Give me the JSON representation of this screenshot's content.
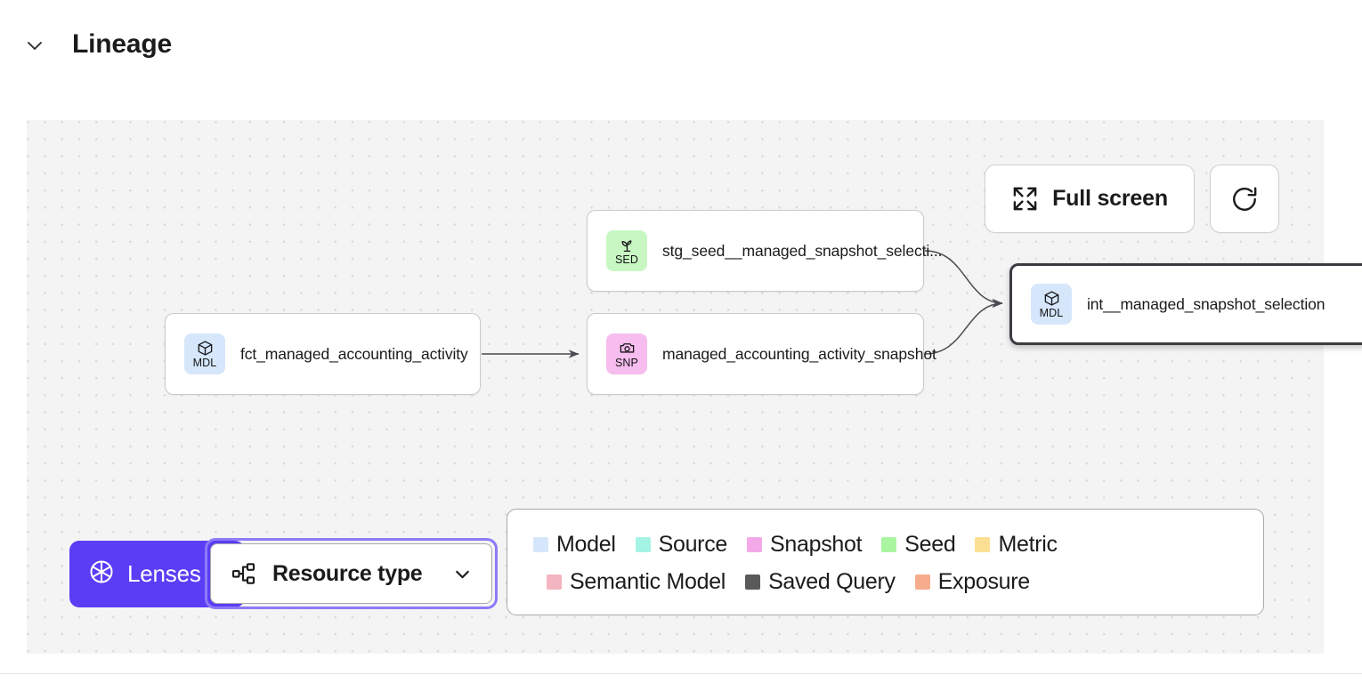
{
  "section": {
    "title": "Lineage",
    "collapse_icon": "chevron-down-icon"
  },
  "toolbar": {
    "fullscreen_label": "Full screen",
    "fullscreen_icon": "expand-arrows-icon",
    "refresh_icon": "refresh-icon"
  },
  "graph": {
    "nodes": [
      {
        "id": "fct",
        "label": "fct_managed_accounting_activity",
        "type_code": "MDL",
        "type_name": "Model",
        "icon": "cube-icon",
        "badge_bg": "#d6e7fb",
        "selected": false
      },
      {
        "id": "seed",
        "label": "stg_seed__managed_snapshot_selecti...",
        "type_code": "SED",
        "type_name": "Seed",
        "icon": "sprout-icon",
        "badge_bg": "#c8f7c3",
        "selected": false
      },
      {
        "id": "snapshot",
        "label": "managed_accounting_activity_snapshot",
        "type_code": "SNP",
        "type_name": "Snapshot",
        "icon": "camera-icon",
        "badge_bg": "#f6bdee",
        "selected": false
      },
      {
        "id": "int",
        "label": "int__managed_snapshot_selection",
        "type_code": "MDL",
        "type_name": "Model",
        "icon": "cube-icon",
        "badge_bg": "#d6e7fb",
        "selected": true
      }
    ],
    "edges": [
      {
        "from": "fct",
        "to": "snapshot"
      },
      {
        "from": "seed",
        "to": "int"
      },
      {
        "from": "snapshot",
        "to": "int"
      }
    ]
  },
  "legend": {
    "row1": [
      {
        "label": "Model",
        "color": "#d6e7fb"
      },
      {
        "label": "Source",
        "color": "#a5f3e4"
      },
      {
        "label": "Snapshot",
        "color": "#f3a8e8"
      },
      {
        "label": "Seed",
        "color": "#a9f5a0"
      },
      {
        "label": "Metric",
        "color": "#fbdf92"
      }
    ],
    "row2": [
      {
        "label": "Semantic Model",
        "color": "#f3b5c0"
      },
      {
        "label": "Saved Query",
        "color": "#5a5a5a"
      },
      {
        "label": "Exposure",
        "color": "#f7ac8d"
      }
    ]
  },
  "controls": {
    "lenses_label": "Lenses",
    "lenses_icon": "aperture-icon",
    "lenses_color": "#5b3df5",
    "resource_type_label": "Resource type",
    "resource_type_icon": "hierarchy-icon",
    "resource_type_chevron": "chevron-down-icon"
  }
}
